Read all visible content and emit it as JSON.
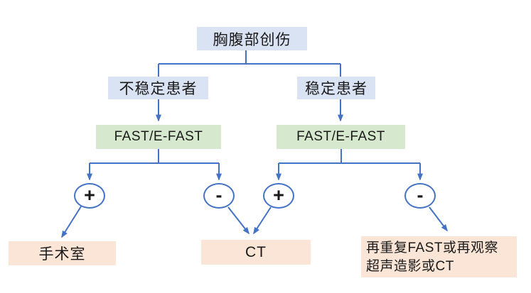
{
  "diagram": {
    "root": {
      "label": "胸腹部创伤"
    },
    "branches": {
      "unstable": {
        "label": "不稳定患者"
      },
      "stable": {
        "label": "稳定患者"
      }
    },
    "tests": {
      "fast_left": {
        "label": "FAST/E-FAST"
      },
      "fast_right": {
        "label": "FAST/E-FAST"
      }
    },
    "results": {
      "plus_left": {
        "label": "+"
      },
      "minus_left": {
        "label": "-"
      },
      "plus_right": {
        "label": "+"
      },
      "minus_right": {
        "label": "-"
      }
    },
    "outcomes": {
      "surgery": {
        "label": "手术室"
      },
      "ct": {
        "label": "CT"
      },
      "repeat": {
        "line1": "再重复FAST或再观察",
        "line2": "超声造影或CT"
      }
    },
    "colors": {
      "box_blue": "#dae3f3",
      "box_green": "#d6e8ce",
      "box_orange": "#fbe5d6",
      "arrow_blue": "#4472c4",
      "circle_fill": "#ffffff",
      "text": "#1a1a1a",
      "background": "#ffffff"
    }
  }
}
